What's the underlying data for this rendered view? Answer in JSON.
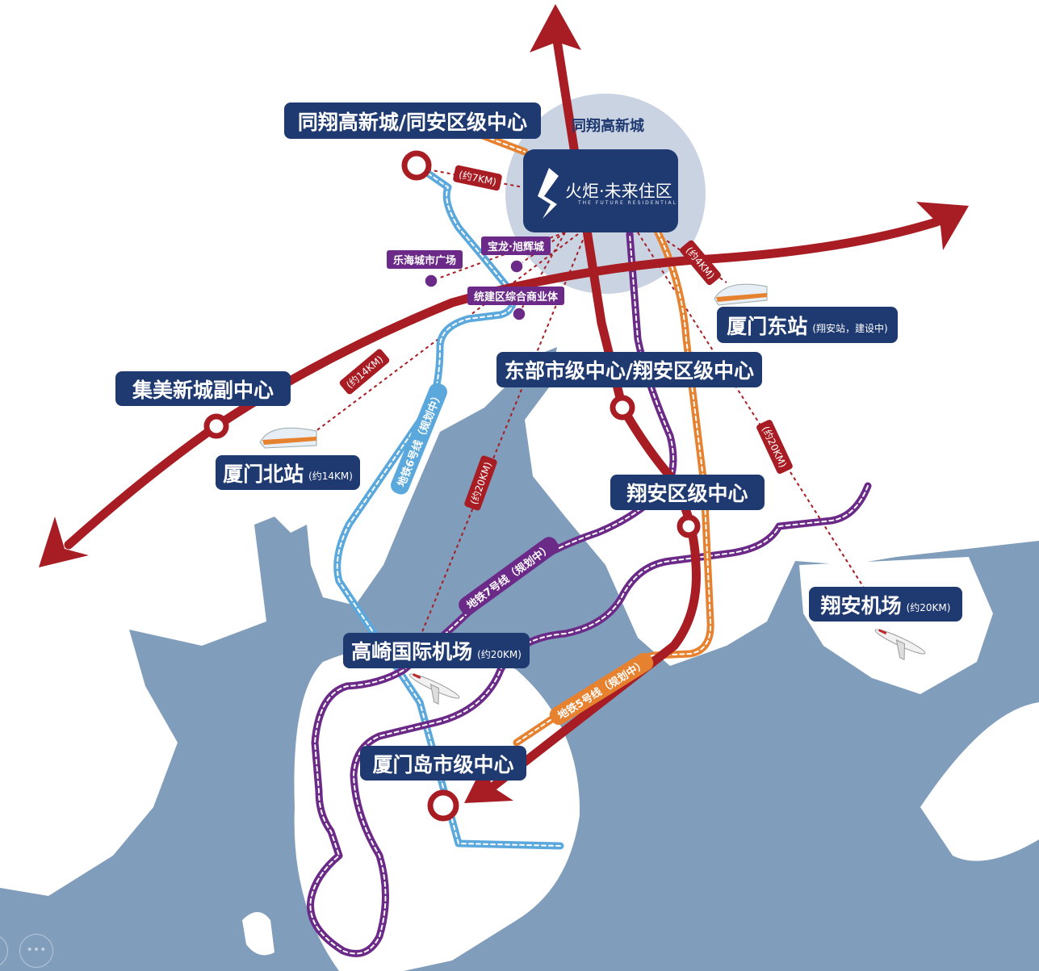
{
  "colors": {
    "navy": "#1f3a70",
    "water": "#809dbc",
    "red": "#a71d23",
    "line6": "#5aa8dc",
    "line7": "#6b2a88",
    "line5": "#e5812f",
    "halo": "#c9d3e2"
  },
  "logo": {
    "name": "火炬·未来住区",
    "subtitle": "THE FUTURE RESIDENTIAL"
  },
  "area_label": "同翔高新城",
  "labels": {
    "tongxiang": "同翔高新城/同安区级中心",
    "xiamen_east": "厦门东站",
    "xiamen_east_note": "(翔安站，建设中)",
    "east_center": "东部市级中心/翔安区级中心",
    "jimei": "集美新城副中心",
    "xiamen_north": "厦门北站",
    "xiamen_north_note": "(约14KM)",
    "xiangan_center": "翔安区级中心",
    "xiangan_airport": "翔安机场",
    "xiangan_airport_note": "(约20KM)",
    "gaoqi": "高崎国际机场",
    "gaoqi_note": "(约20KM)",
    "island_center": "厦门岛市级中心"
  },
  "pois": [
    "乐海城市广场",
    "宝龙·旭辉城",
    "统建区综合商业体"
  ],
  "distances": {
    "tongxiang": "(约7KM)",
    "east_station": "(约4KM)",
    "north_station": "(约14KM)",
    "gaoqi": "(约20KM)",
    "xiangan_airport": "(约20KM)"
  },
  "metro": {
    "line6": "地铁6号线（规划中）",
    "line7": "地铁7号线（规划中）",
    "line5": "地铁5号线（规划中）"
  },
  "controls": {
    "more": "•••"
  }
}
